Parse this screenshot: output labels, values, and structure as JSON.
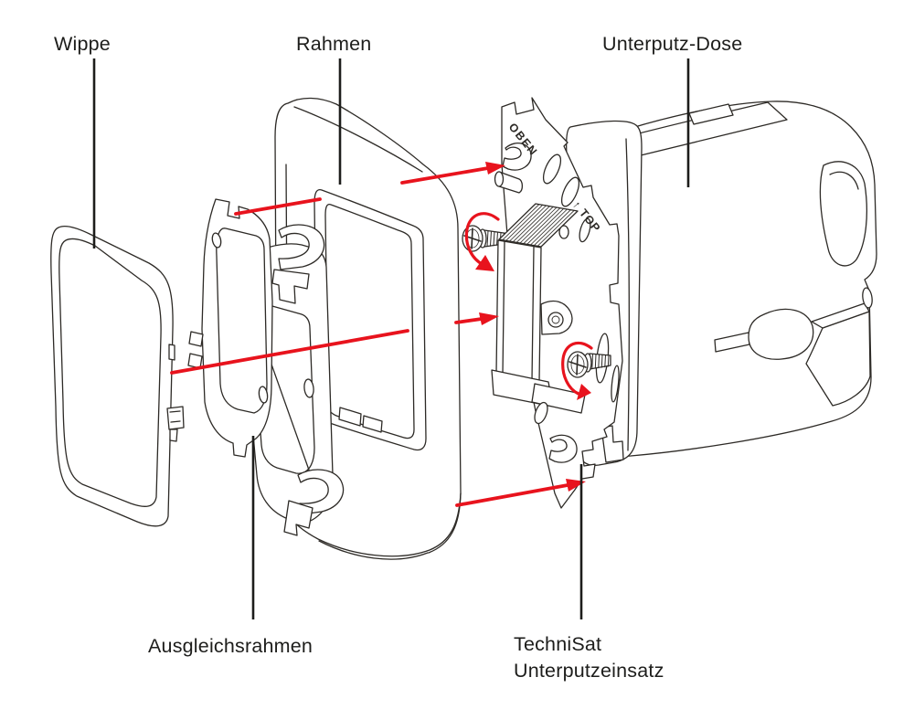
{
  "figure": {
    "labels": {
      "wippe": "Wippe",
      "rahmen": "Rahmen",
      "unterputz_dose": "Unterputz-Dose",
      "ausgleichsrahmen": "Ausgleichsrahmen",
      "technisat_line1": "TechniSat",
      "technisat_line2": "Unterputzeinsatz"
    },
    "part_markings": {
      "oben": "OBEN",
      "top": "↑ TOP"
    },
    "colors": {
      "background": "#ffffff",
      "line": "#2d2a26",
      "accent_red": "#e8131d",
      "label_text": "#1d1d1b"
    }
  }
}
